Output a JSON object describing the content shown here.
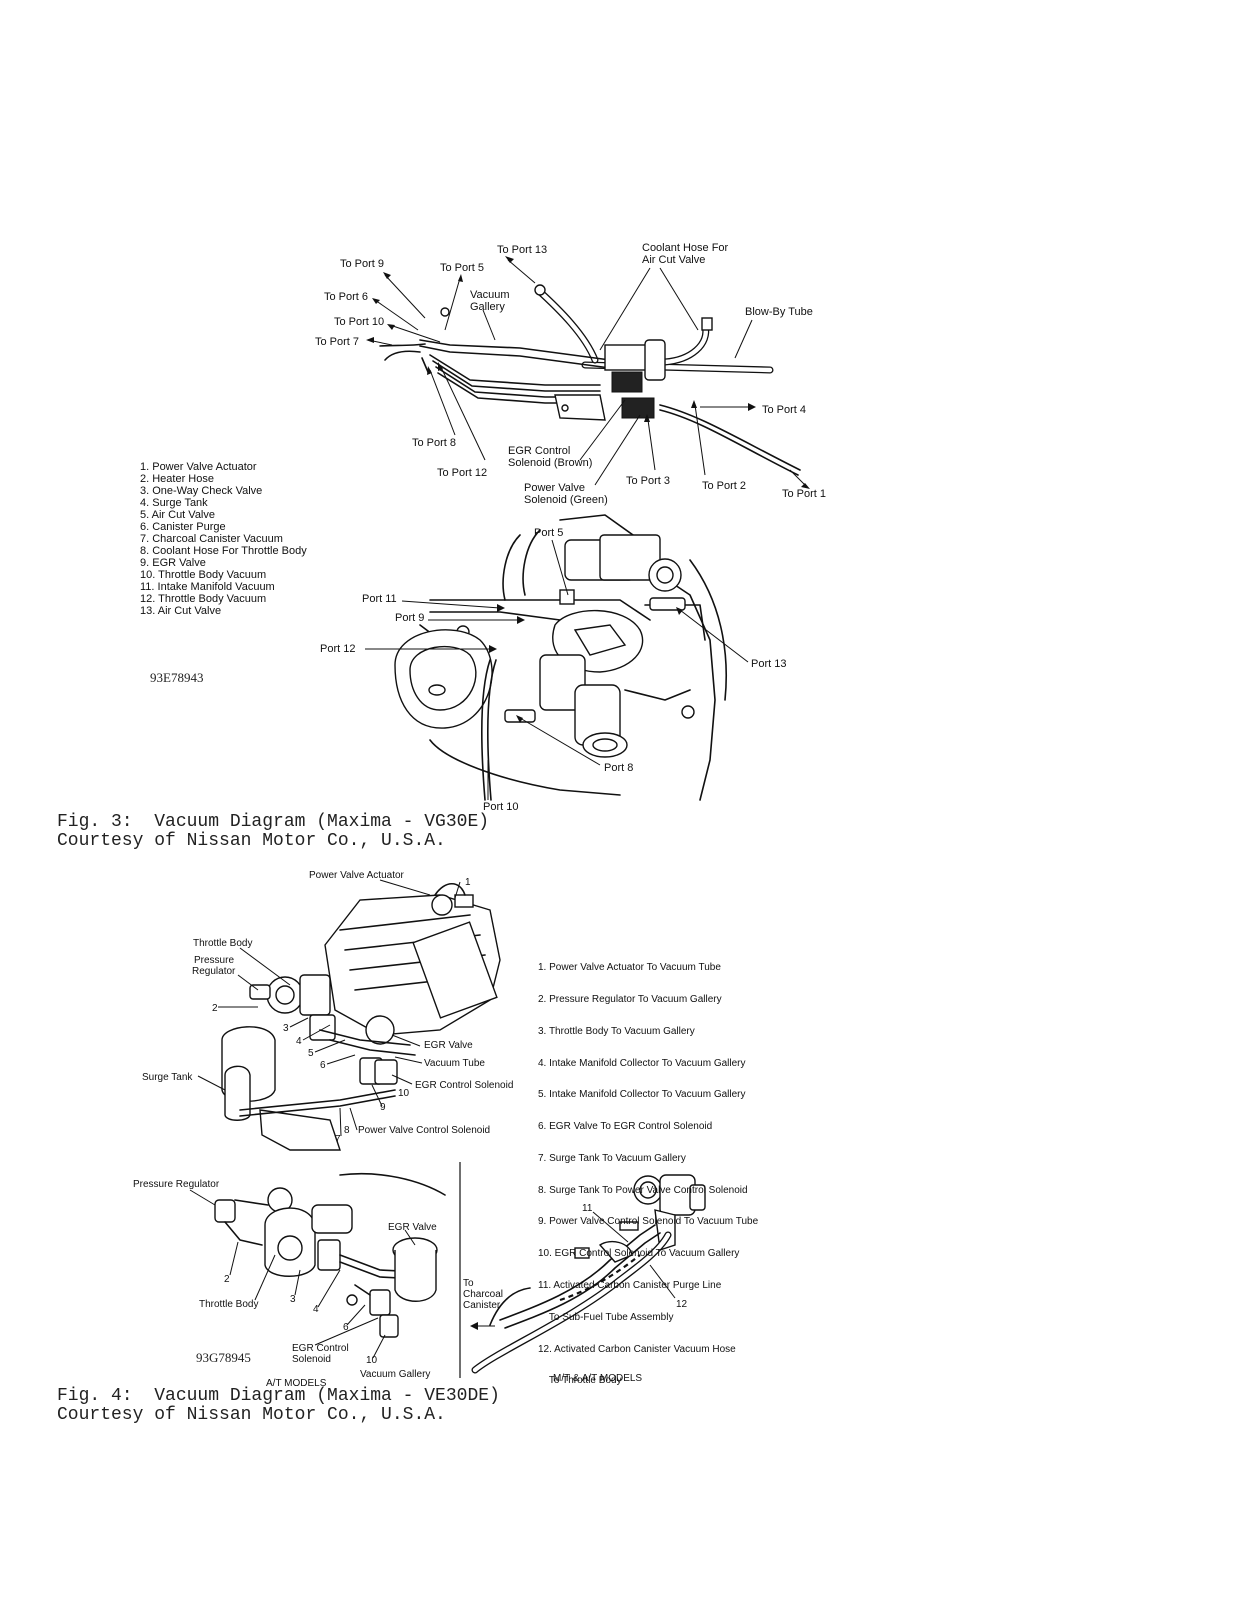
{
  "figure3": {
    "port_labels": {
      "to_port_13": "To Port 13",
      "coolant_hose": "Coolant Hose For",
      "coolant_hose_2": "Air Cut Valve",
      "to_port_9": "To Port 9",
      "to_port_5": "To Port 5",
      "vacuum_gallery": "Vacuum",
      "vacuum_gallery_2": "Gallery",
      "to_port_6": "To Port 6",
      "blow_by_tube": "Blow-By Tube",
      "to_port_10": "To Port 10",
      "to_port_7": "To Port 7",
      "to_port_4": "To Port 4",
      "to_port_8": "To Port 8",
      "egr_control_solenoid": "EGR Control",
      "egr_control_solenoid_2": "Solenoid (Brown)",
      "to_port_12": "To Port 12",
      "to_port_3": "To Port 3",
      "to_port_2": "To Port 2",
      "to_port_1": "To Port 1",
      "power_valve_solenoid": "Power Valve",
      "power_valve_solenoid_2": "Solenoid (Green)"
    },
    "engine_labels": {
      "port_5": "Port 5",
      "port_11": "Port 11",
      "port_9": "Port 9",
      "port_12": "Port 12",
      "port_13": "Port 13",
      "port_8": "Port 8",
      "port_10": "Port 10"
    },
    "legend": [
      "1. Power Valve Actuator",
      "2. Heater Hose",
      "3. One-Way Check Valve",
      "4. Surge Tank",
      "5. Air Cut Valve",
      "6. Canister Purge",
      "7. Charcoal Canister Vacuum",
      "8. Coolant Hose For Throttle Body",
      "9. EGR Valve",
      "10. Throttle Body Vacuum",
      "11. Intake Manifold Vacuum",
      "12. Throttle Body Vacuum",
      "13. Air Cut Valve"
    ],
    "code": "93E78943",
    "caption_line1": "Fig. 3:  Vacuum Diagram (Maxima - VG30E)",
    "caption_line2": "Courtesy of Nissan Motor Co., U.S.A."
  },
  "figure4": {
    "upper_labels": {
      "power_valve_actuator": "Power Valve Actuator",
      "throttle_body": "Throttle Body",
      "pressure_regulator": "Pressure",
      "pressure_regulator_2": "Regulator",
      "surge_tank": "Surge Tank",
      "egr_valve": "EGR Valve",
      "vacuum_tube": "Vacuum Tube",
      "egr_control_solenoid": "EGR Control Solenoid",
      "power_valve_control_solenoid": "Power Valve Control Solenoid",
      "n1": "1",
      "n2": "2",
      "n3": "3",
      "n4": "4",
      "n5": "5",
      "n6": "6",
      "n7": "7",
      "n8": "8",
      "n9": "9",
      "n10": "10"
    },
    "legend": [
      "1. Power Valve Actuator To Vacuum Tube",
      "2. Pressure Regulator To Vacuum Gallery",
      "3. Throttle Body To Vacuum Gallery",
      "4. Intake Manifold Collector To Vacuum Gallery",
      "5. Intake Manifold Collector To Vacuum Gallery",
      "6. EGR Valve To EGR Control Solenoid",
      "7. Surge Tank To Vacuum Gallery",
      "8. Surge Tank To Power Valve Control Solenoid",
      "9. Power Valve Control Solenoid To Vacuum Tube",
      "10. EGR Control Solenoid To Vacuum Gallery",
      "11. Activated Carbon Canister Purge Line",
      "    To Sub-Fuel Tube Assembly",
      "12. Activated Carbon Canister Vacuum Hose",
      "    To Throttle Body"
    ],
    "lower_left_labels": {
      "pressure_regulator": "Pressure Regulator",
      "egr_valve": "EGR Valve",
      "throttle_body": "Throttle Body",
      "egr_control": "EGR Control",
      "solenoid": "Solenoid",
      "vacuum_gallery": "Vacuum Gallery",
      "at_models": "A/T MODELS",
      "n2": "2",
      "n3": "3",
      "n4": "4",
      "n6": "6",
      "n10": "10"
    },
    "lower_right_labels": {
      "to": "To",
      "charcoal": "Charcoal",
      "canister": "Canister",
      "n11": "11",
      "n12": "12",
      "mt_at_models": "M/T & A/T MODELS"
    },
    "code": "93G78945",
    "caption_line1": "Fig. 4:  Vacuum Diagram (Maxima - VE30DE)",
    "caption_line2": "Courtesy of Nissan Motor Co., U.S.A."
  }
}
